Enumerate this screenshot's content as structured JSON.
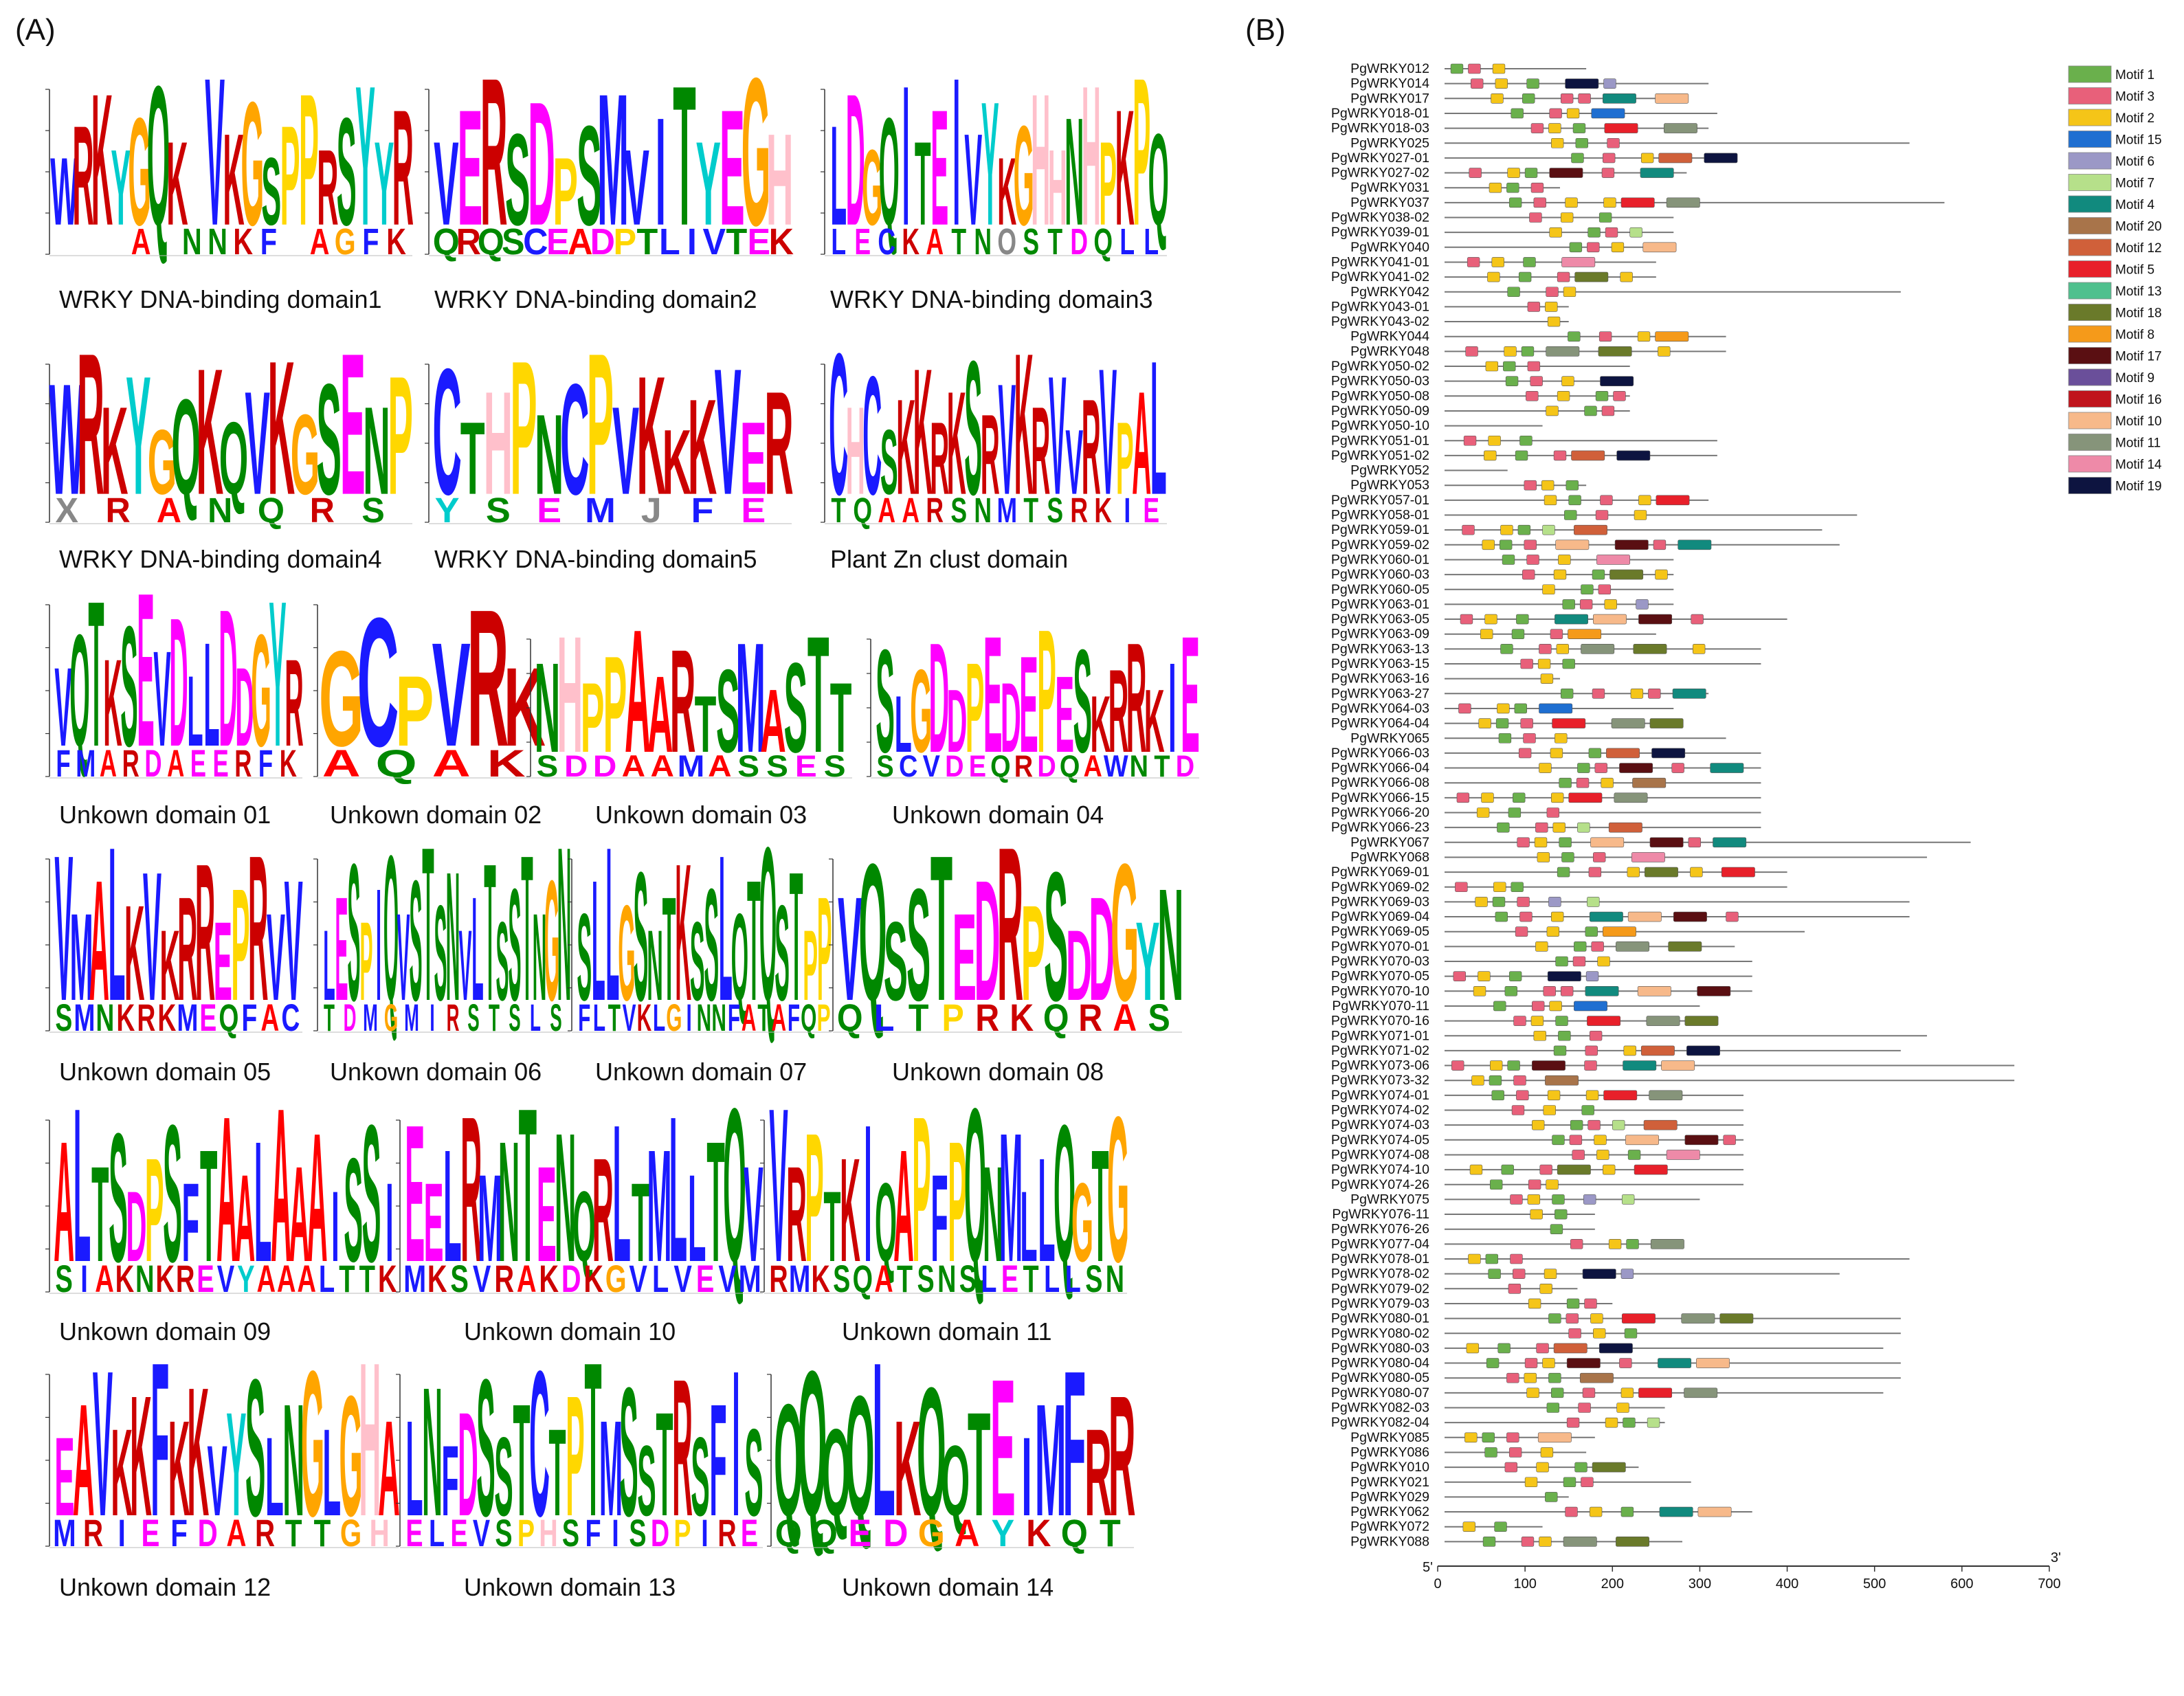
{
  "panels": {
    "a_label": "(A)",
    "b_label": "(B)"
  },
  "logos": [
    {
      "caption": "WRKY DNA-binding domain1",
      "top": "WRKYGQK.VKGSPPRSYYR",
      "bottom": "...A.NNKF.AGFK"
    },
    {
      "caption": "WRKY DNA-binding domain2",
      "top": "VERSDPSMVITYEGH",
      "bottom": "QRQSCEADPTLIVTEK"
    },
    {
      "caption": "WRKY DNA-binding domain3",
      "top": "LDGQITEIVYKGHHNHPKPQ",
      "bottom": "LECKATNOSTDQLL"
    },
    {
      "caption": "WRKY DNA-binding domain4",
      "top": "WRKYGQKQVKGSENP",
      "bottom": "XRANQRS"
    },
    {
      "caption": "WRKY DNA-binding domain5",
      "top": "CTHPNCPVKKKVER",
      "bottom": "YSEMJFE"
    },
    {
      "caption": "Plant Zn clust domain",
      "top": "CHCSKKRKSRVKRVVRVPAL",
      "bottom": "TQAARSNMTSRKIE"
    },
    {
      "caption": "Unkown domain 01",
      "top": "VQTKSEVDLLDDGYR",
      "bottom": "FMARDAEERFK"
    },
    {
      "caption": "Unkown domain 02",
      "top": "GCPVRK",
      "bottom": "AQAK"
    },
    {
      "caption": "Unkown domain 03",
      "top": "NHPPAARTSMASTT",
      "bottom": "SDDAAMASSES"
    },
    {
      "caption": "Unkown domain 04",
      "top": "SLGDDPEDEPESKRRKIE",
      "bottom": "SCVDEQRDQAWNTD"
    },
    {
      "caption": "Unkown domain 05",
      "top": "VMALKVKRREPRVV",
      "bottom": "SMNKRKMEQFAC"
    },
    {
      "caption": "Unkown domain 06",
      "top": "LESPIQVSTSNVLTSSTNGN",
      "bottom": "TDMGMIRSTSLS"
    },
    {
      "caption": "Unkown domain 07",
      "top": "SLLGSNTKSSLQTQSTPP",
      "bottom": "FLTVKLGINNFATAFQP"
    },
    {
      "caption": "Unkown domain 08",
      "top": "VQSSTEDRPSDDGYN",
      "bottom": "QLTPRKQRAS"
    },
    {
      "caption": "Unkown domain 09",
      "top": "ALTSDPSFTAALAAAISSI",
      "bottom": "SIAKNKREVYAAALTTK"
    },
    {
      "caption": "Unkown domain 10",
      "top": "EELRMNTENQRLTMLLTQV",
      "bottom": "MKSVRAKDKGVLVEVM"
    },
    {
      "caption": "Unkown domain 11",
      "top": "VRPTKIQAPFPQNMLLQGTG",
      "bottom": "RMKSQATSNSLETLLSN"
    },
    {
      "caption": "Unkown domain 12",
      "top": "EAVKKFKKVYSLNGLGHA",
      "bottom": "MRIEFDARTTGH"
    },
    {
      "caption": "Unkown domain 13",
      "top": "LNFDSSTCTPTMSSTRSFIS",
      "bottom": "ELEVSPHSFISDPIRE"
    },
    {
      "caption": "Unkown domain 14",
      "top": "QQQQLKQQTEIMFRR",
      "bottom": "QQEDGAYKQT"
    }
  ],
  "genes": [
    "PgWRKY012",
    "PgWRKY014",
    "PgWRKY017",
    "PgWRKY018-01",
    "PgWRKY018-03",
    "PgWRKY025",
    "PgWRKY027-01",
    "PgWRKY027-02",
    "PgWRKY031",
    "PgWRKY037",
    "PgWRKY038-02",
    "PgWRKY039-01",
    "PgWRKY040",
    "PgWRKY041-01",
    "PgWRKY041-02",
    "PgWRKY042",
    "PgWRKY043-01",
    "PgWRKY043-02",
    "PgWRKY044",
    "PgWRKY048",
    "PgWRKY050-02",
    "PgWRKY050-03",
    "PgWRKY050-08",
    "PgWRKY050-09",
    "PgWRKY050-10",
    "PgWRKY051-01",
    "PgWRKY051-02",
    "PgWRKY052",
    "PgWRKY053",
    "PgWRKY057-01",
    "PgWRKY058-01",
    "PgWRKY059-01",
    "PgWRKY059-02",
    "PgWRKY060-01",
    "PgWRKY060-03",
    "PgWRKY060-05",
    "PgWRKY063-01",
    "PgWRKY063-05",
    "PgWRKY063-09",
    "PgWRKY063-13",
    "PgWRKY063-15",
    "PgWRKY063-16",
    "PgWRKY063-27",
    "PgWRKY064-03",
    "PgWRKY064-04",
    "PgWRKY065",
    "PgWRKY066-03",
    "PgWRKY066-04",
    "PgWRKY066-08",
    "PgWRKY066-15",
    "PgWRKY066-20",
    "PgWRKY066-23",
    "PgWRKY067",
    "PgWRKY068",
    "PgWRKY069-01",
    "PgWRKY069-02",
    "PgWRKY069-03",
    "PgWRKY069-04",
    "PgWRKY069-05",
    "PgWRKY070-01",
    "PgWRKY070-03",
    "PgWRKY070-05",
    "PgWRKY070-10",
    "PgWRKY070-11",
    "PgWRKY070-16",
    "PgWRKY071-01",
    "PgWRKY071-02",
    "PgWRKY073-06",
    "PgWRKY073-32",
    "PgWRKY074-01",
    "PgWRKY074-02",
    "PgWRKY074-03",
    "PgWRKY074-05",
    "PgWRKY074-08",
    "PgWRKY074-10",
    "PgWRKY074-26",
    "PgWRKY075",
    "PgWRKY076-11",
    "PgWRKY076-26",
    "PgWRKY077-04",
    "PgWRKY078-01",
    "PgWRKY078-02",
    "PgWRKY079-02",
    "PgWRKY079-03",
    "PgWRKY080-01",
    "PgWRKY080-02",
    "PgWRKY080-03",
    "PgWRKY080-04",
    "PgWRKY080-05",
    "PgWRKY080-07",
    "PgWRKY082-03",
    "PgWRKY082-04",
    "PgWRKY085",
    "PgWRKY086",
    "PgWRKY010",
    "PgWRKY021",
    "PgWRKY029",
    "PgWRKY062",
    "PgWRKY072",
    "PgWRKY088"
  ],
  "axis": {
    "ticks": [
      "0",
      "100",
      "200",
      "300",
      "400",
      "500",
      "600",
      "700"
    ],
    "start_label": "5'",
    "end_label": "3'"
  },
  "legend": [
    {
      "label": "Motif 1",
      "color": "#6ab04c"
    },
    {
      "label": "Motif 3",
      "color": "#e8607a"
    },
    {
      "label": "Motif 2",
      "color": "#f5c518"
    },
    {
      "label": "Motif 15",
      "color": "#1f6fd1"
    },
    {
      "label": "Motif 6",
      "color": "#9b98c6"
    },
    {
      "label": "Motif 7",
      "color": "#b6e08a"
    },
    {
      "label": "Motif 4",
      "color": "#118a7e"
    },
    {
      "label": "Motif 20",
      "color": "#a8744a"
    },
    {
      "label": "Motif 12",
      "color": "#d0603a"
    },
    {
      "label": "Motif 5",
      "color": "#e8202a"
    },
    {
      "label": "Motif 13",
      "color": "#4fc08e"
    },
    {
      "label": "Motif 18",
      "color": "#6a7a2a"
    },
    {
      "label": "Motif 8",
      "color": "#f59a1a"
    },
    {
      "label": "Motif 17",
      "color": "#5a0f12"
    },
    {
      "label": "Motif 9",
      "color": "#6a4f9a"
    },
    {
      "label": "Motif 16",
      "color": "#c0141c"
    },
    {
      "label": "Motif 10",
      "color": "#f7b98a"
    },
    {
      "label": "Motif 11",
      "color": "#86947a"
    },
    {
      "label": "Motif 14",
      "color": "#ee8aa8"
    },
    {
      "label": "Motif 19",
      "color": "#0d1440"
    }
  ],
  "aa_colors": {
    "A": "#ff0000",
    "C": "#1a1aff",
    "D": "#ff00ff",
    "E": "#ff00ff",
    "F": "#1a1aff",
    "G": "#ffa500",
    "H": "#ffc0cb",
    "I": "#1a1aff",
    "K": "#cc0000",
    "L": "#1a1aff",
    "M": "#1a1aff",
    "N": "#008800",
    "P": "#ffd700",
    "Q": "#008800",
    "R": "#cc0000",
    "S": "#008800",
    "T": "#008800",
    "V": "#1a1aff",
    "W": "#1a1aff",
    "Y": "#00cccc",
    "X": "#888888",
    "J": "#888888",
    "O": "#888888",
    ".": "#888888"
  }
}
